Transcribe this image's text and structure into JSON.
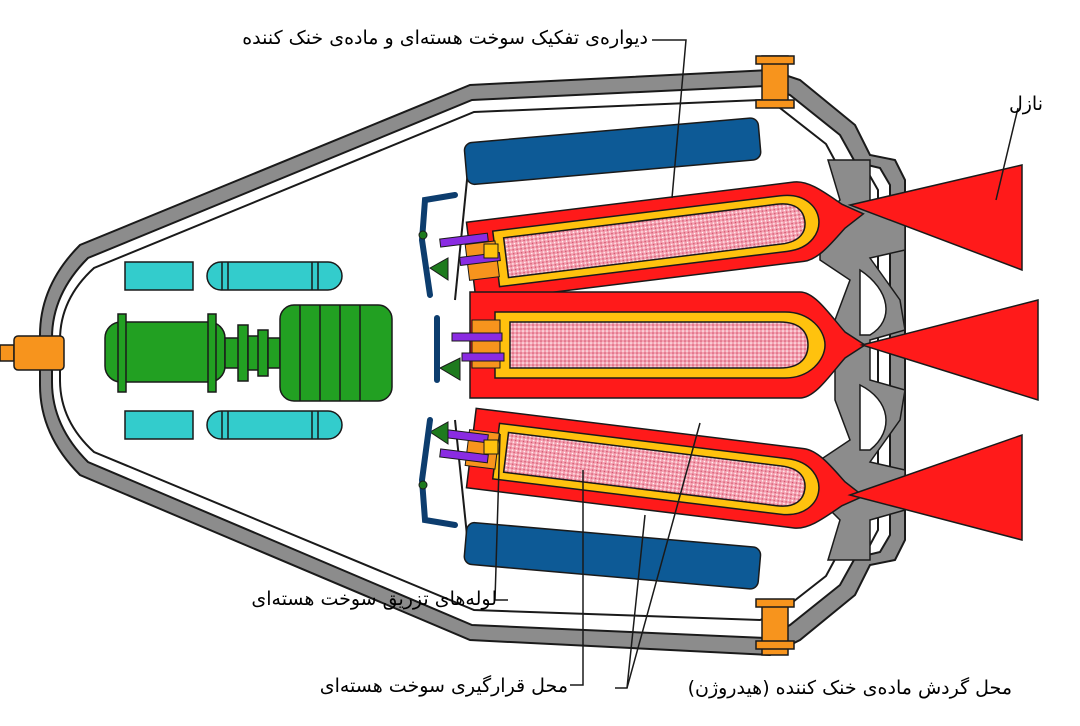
{
  "labels": {
    "wall": "دیواره‌ی تفکیک سوخت هسته‌ای و ماده‌ی خنک کننده",
    "nozzle": "نازل",
    "injection_tubes": "لوله‌های تزریق سوخت هسته‌ای",
    "fuel_location": "محل قرارگیری سوخت هسته‌ای",
    "coolant_flow": "محل گردش ماده‌ی خنک کننده (هیدروژن)"
  },
  "colors": {
    "hull_gray": "#8c8c8c",
    "hull_outline": "#1a1a1a",
    "orange_mount": "#f7941d",
    "red_chamber": "#ff1a1a",
    "yellow_wall": "#ffc20e",
    "pink_fuel": "#f08ca0",
    "blue_tank": "#0d5a96",
    "cyan_tank": "#33cccc",
    "green_pump": "#22a022",
    "purple_tube": "#8a2be2"
  }
}
